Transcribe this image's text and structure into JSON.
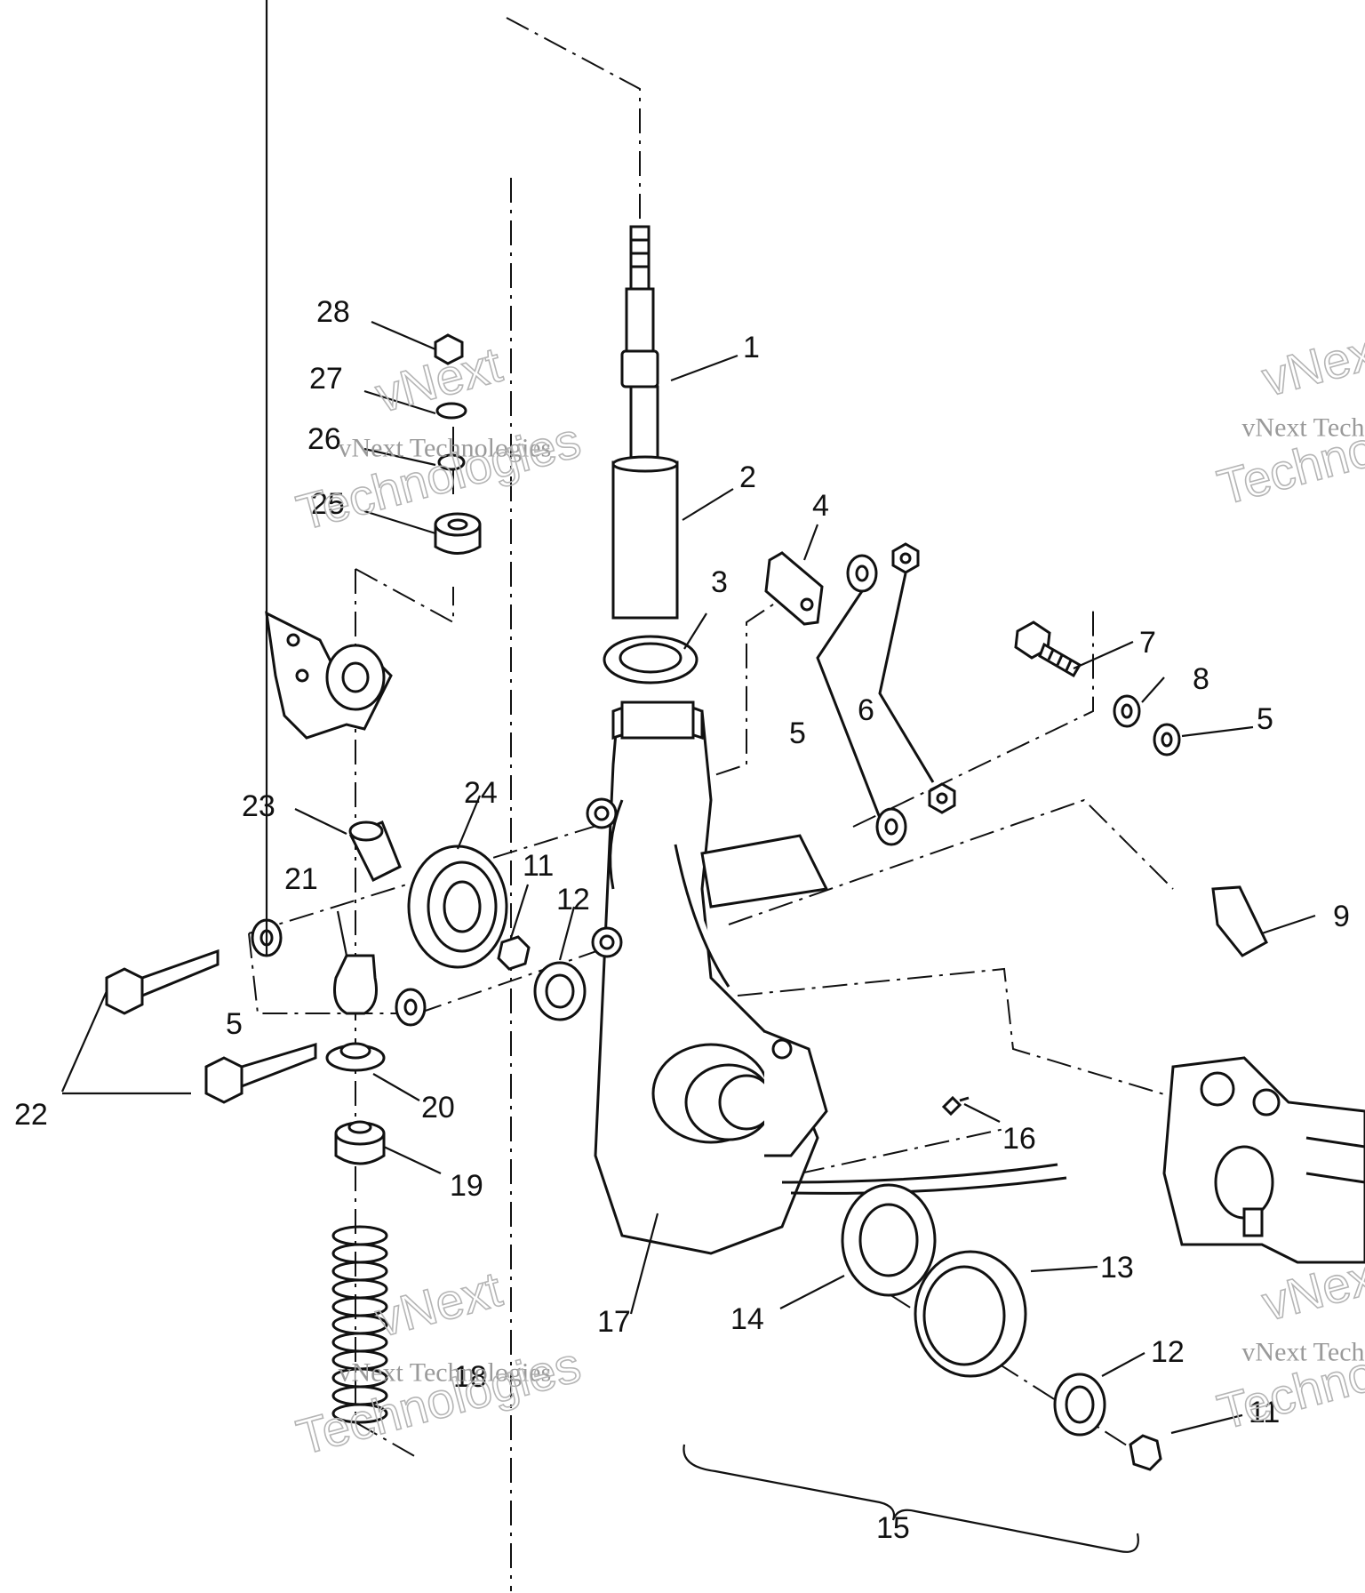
{
  "diagram": {
    "part_labels": [
      "1",
      "2",
      "3",
      "4",
      "5",
      "6",
      "7",
      "8",
      "5",
      "9",
      "5",
      "28",
      "27",
      "26",
      "25",
      "23",
      "24",
      "11",
      "12",
      "21",
      "5",
      "22",
      "20",
      "19",
      "16",
      "17",
      "18",
      "14",
      "13",
      "12",
      "11",
      "15"
    ],
    "watermark": {
      "line_small": "vNext Technologies",
      "line_large_top": "vNext",
      "line_large_bottom": "Technologies"
    }
  }
}
